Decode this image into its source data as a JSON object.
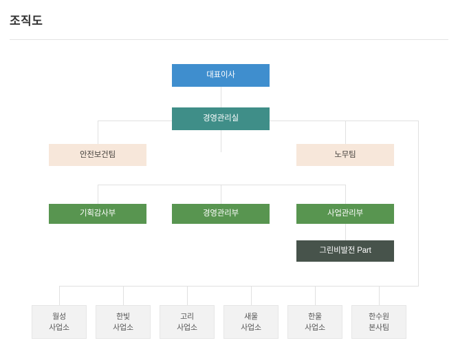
{
  "header": {
    "title": "조직도"
  },
  "chart_data": {
    "type": "diagram",
    "title": "조직도",
    "colors": {
      "ceo": "#3f8ece",
      "office": "#3f8e88",
      "team": "#f7e7da",
      "dept": "#589550",
      "part": "#47534b",
      "site": "#f2f2f2",
      "connector": "#e0e0e0",
      "rule": "#e3e3e3"
    },
    "levels": [
      {
        "name": "executive",
        "labels": [
          "대표이사"
        ]
      },
      {
        "name": "office",
        "labels": [
          "경영관리실"
        ]
      },
      {
        "name": "teams",
        "labels": [
          "안전보건팀",
          "노무팀"
        ]
      },
      {
        "name": "departments",
        "labels": [
          "기획감사부",
          "경영관리부",
          "사업관리부"
        ]
      },
      {
        "name": "part",
        "labels": [
          "그린비발전 Part"
        ]
      },
      {
        "name": "sites",
        "labels": [
          "월성\n사업소",
          "한빛\n사업소",
          "고리\n사업소",
          "새울\n사업소",
          "한울\n사업소",
          "한수원\n본사팀"
        ]
      }
    ]
  },
  "nodes": {
    "ceo": {
      "label": "대표이사"
    },
    "management_office": {
      "label": "경영관리실"
    },
    "safety_team": {
      "label": "안전보건팀"
    },
    "labor_team": {
      "label": "노무팀"
    },
    "planning_audit_dept": {
      "label": "기획감사부"
    },
    "management_dept": {
      "label": "경영관리부"
    },
    "business_dept": {
      "label": "사업관리부"
    },
    "greenbee_part": {
      "label": "그린비발전 Part"
    },
    "sites": [
      {
        "label": "월성\n사업소"
      },
      {
        "label": "한빛\n사업소"
      },
      {
        "label": "고리\n사업소"
      },
      {
        "label": "새울\n사업소"
      },
      {
        "label": "한울\n사업소"
      },
      {
        "label": "한수원\n본사팀"
      }
    ]
  }
}
